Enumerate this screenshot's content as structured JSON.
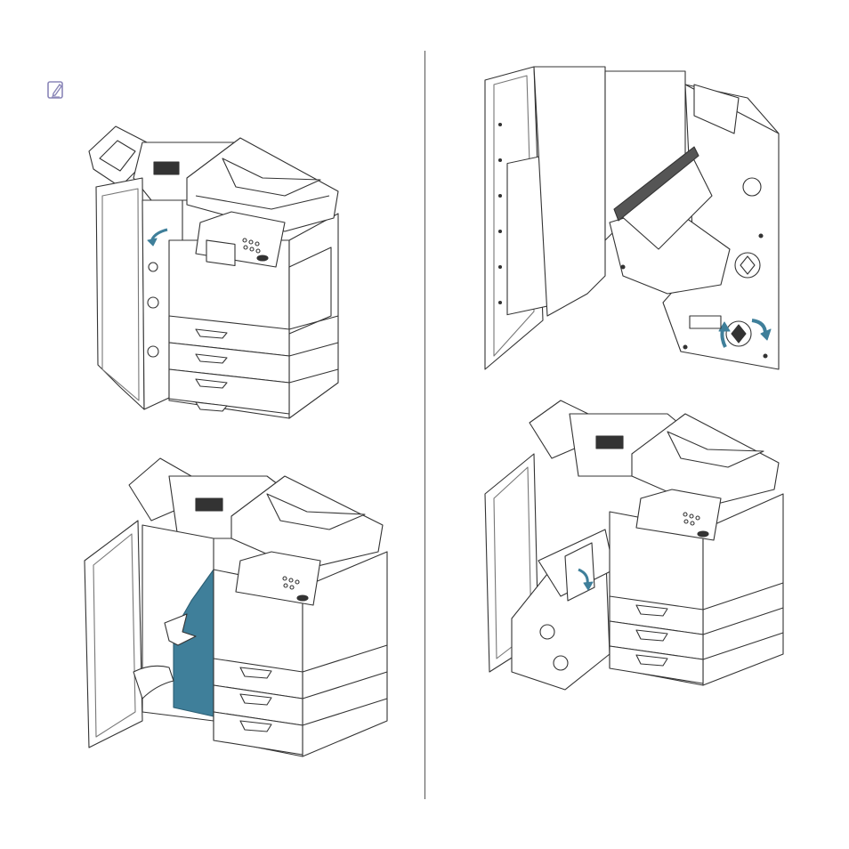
{
  "page": {
    "note_icon": "note-pencil-icon",
    "accent_color": "#3f7f9a",
    "illustrations": [
      {
        "id": "step-1",
        "subject": "printer-finisher-door-open",
        "icon": "curved-arrow-icon"
      },
      {
        "id": "step-2",
        "subject": "finisher-internal-rotate-knob",
        "icon": "rotate-arrows-icon"
      },
      {
        "id": "step-3",
        "subject": "finisher-internal-highlight",
        "icon": "highlighted-area"
      },
      {
        "id": "step-4",
        "subject": "finisher-unit-pulled-out",
        "icon": "curved-arrow-icon"
      }
    ]
  }
}
